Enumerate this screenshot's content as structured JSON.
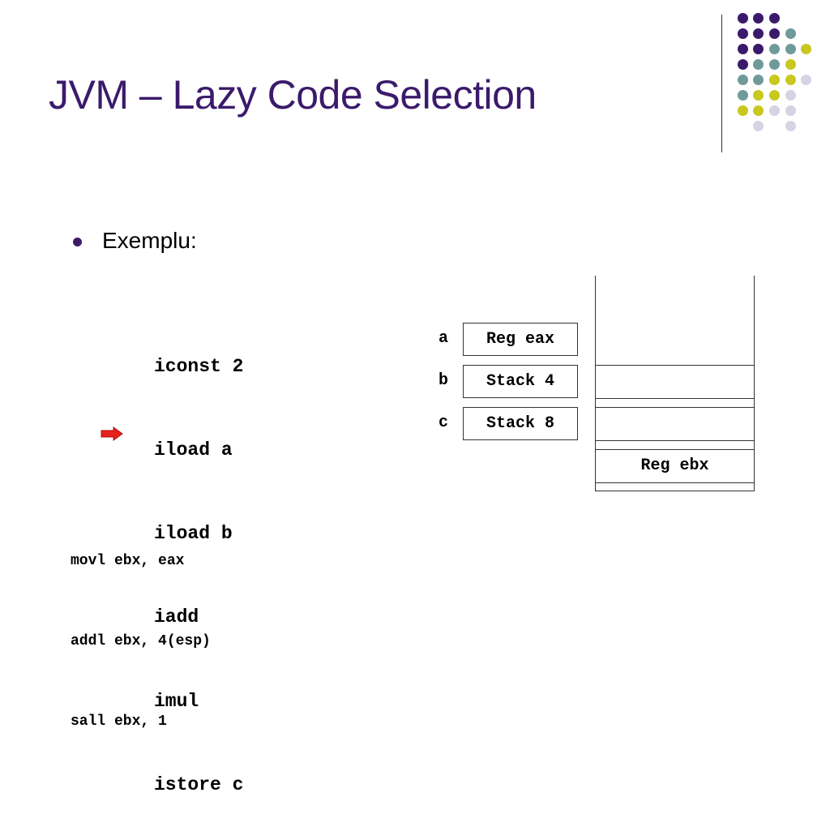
{
  "slide": {
    "title": "JVM – Lazy Code Selection",
    "bullet": "Exemplu:",
    "bytecode": [
      "iconst 2",
      "iload a",
      "iload b",
      "iadd",
      "imul",
      "istore c"
    ],
    "assembly": [
      "movl ebx, eax",
      "addl ebx, 4(esp)",
      "sall ebx, 1"
    ],
    "variables": [
      {
        "name": "a",
        "location": "Reg eax"
      },
      {
        "name": "b",
        "location": "Stack 4"
      },
      {
        "name": "c",
        "location": "Stack 8"
      }
    ],
    "stack": {
      "top_entry": "Reg ebx"
    },
    "current_instruction_marker": "red-right-arrow-icon",
    "colors": {
      "title": "#3b1a6b",
      "bullet": "#3b1a6b",
      "arrow": "#e8201c",
      "dot_purple": "#3b1a6b",
      "dot_teal": "#6f9a9a",
      "dot_yellow": "#c8c81e",
      "dot_lavender": "#d4d4e4"
    }
  }
}
